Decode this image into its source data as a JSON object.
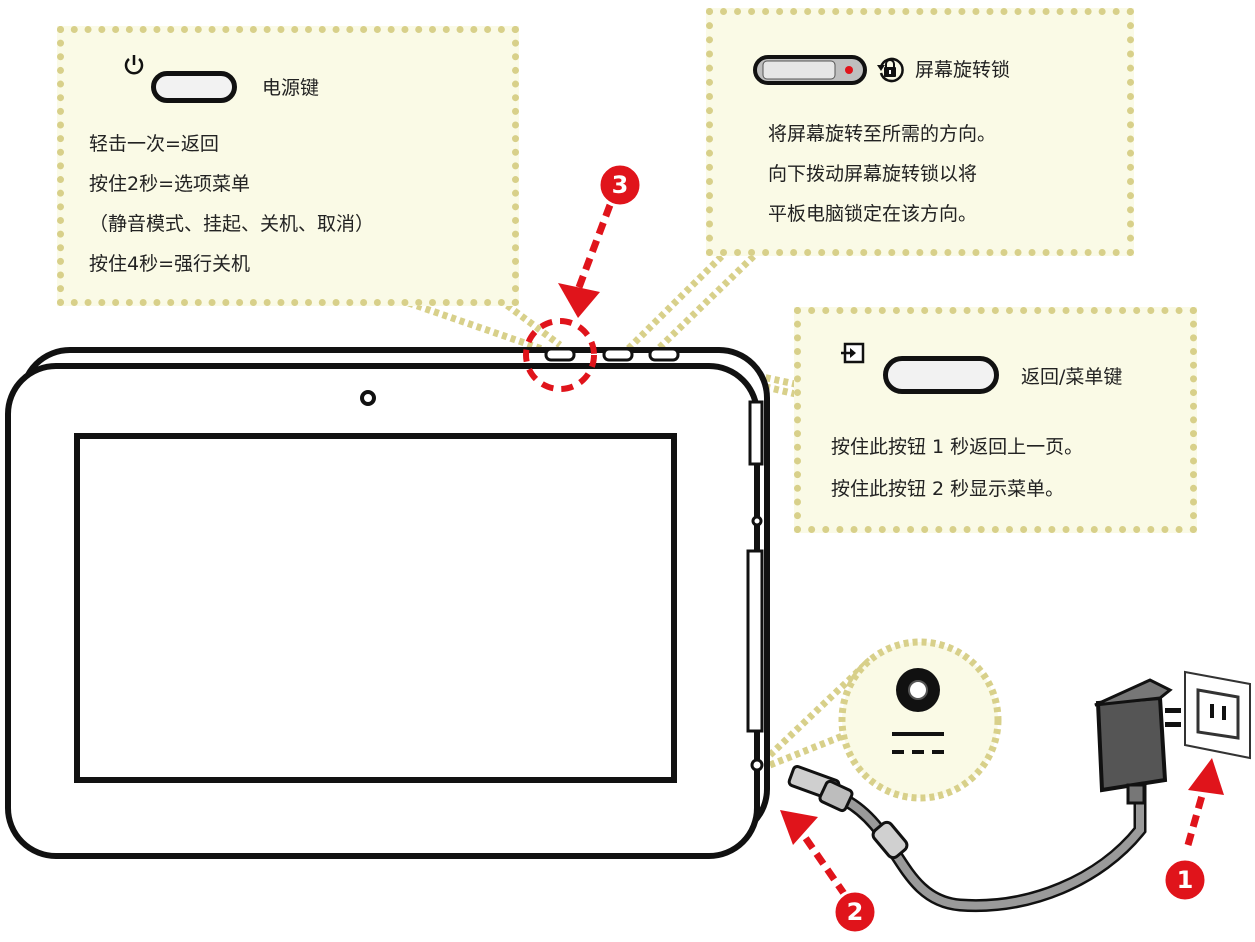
{
  "callouts": {
    "power": {
      "title": "电源键",
      "lines": [
        "轻击一次=返回",
        "按住2秒=选项菜单",
        "（静音模式、挂起、关机、取消）",
        "按住4秒=强行关机"
      ]
    },
    "rotation": {
      "title": "屏幕旋转锁",
      "lines": [
        "将屏幕旋转至所需的方向。",
        "向下拨动屏幕旋转锁以将",
        "平板电脑锁定在该方向。"
      ]
    },
    "back": {
      "title": "返回/菜单键",
      "lines": [
        "按住此按钮 1 秒返回上一页。",
        "按住此按钮 2 秒显示菜单。"
      ]
    }
  },
  "steps": [
    "1",
    "2",
    "3"
  ],
  "icons": [
    "power-icon",
    "lock-icon",
    "back-icon",
    "dc-power-symbol",
    "arrow-icon"
  ],
  "colors": {
    "callout_fill": "#fafae6",
    "callout_border": "#d8d08a",
    "accent_red": "#e0141b",
    "cable_gray": "#9a9a9a"
  }
}
